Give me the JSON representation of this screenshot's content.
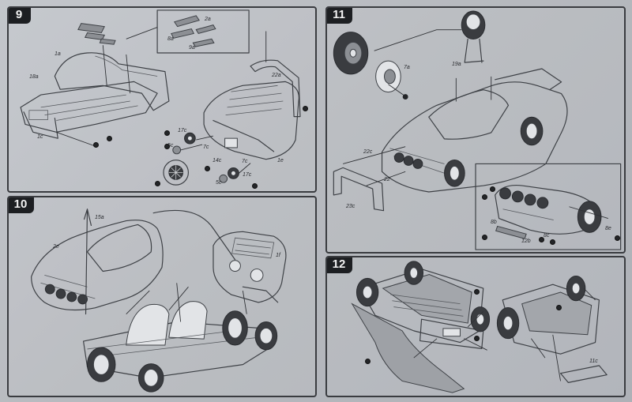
{
  "steps": [
    {
      "number": "9",
      "labels": {
        "p2a": "2a",
        "p8a": "8a",
        "p9a": "9a",
        "p1a": "1a",
        "p18a": "18a",
        "p1c": "1c",
        "p22a": "22a",
        "p17c": "17c",
        "p5c_top": "5c",
        "p7c": "7c",
        "p14c": "14c",
        "p7c_b": "7c",
        "p1e": "1e",
        "p5c_bot": "5c",
        "p17c_b": "17c"
      }
    },
    {
      "number": "10",
      "labels": {
        "p15a": "15a",
        "p2e": "2e",
        "p1f": "1f"
      }
    },
    {
      "number": "11",
      "labels": {
        "p7a": "7a",
        "p19a": "19a",
        "p22c": "22c",
        "p22": "22",
        "p23c": "23c",
        "p8b": "8b",
        "p12b": "12b",
        "p8c": "8c",
        "p8e": "8e"
      }
    },
    {
      "number": "12",
      "labels": {
        "p11c": "11c"
      }
    }
  ]
}
